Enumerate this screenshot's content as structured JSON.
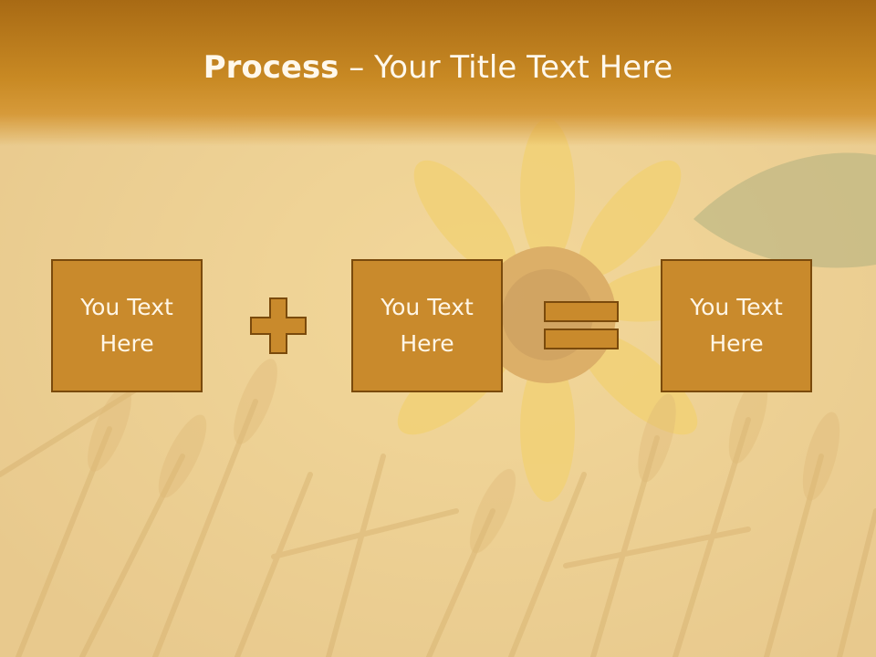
{
  "slide": {
    "title_bold": "Process",
    "title_rest": " – Your Title Text Here",
    "boxes": [
      {
        "label": "You Text Here"
      },
      {
        "label": "You Text Here"
      },
      {
        "label": "You Text Here"
      }
    ],
    "operators": [
      "plus-icon",
      "equals-icon"
    ],
    "colors": {
      "band": "#c98a24",
      "box_fill": "#c98a2c",
      "box_border": "#7a4a0c",
      "title_text": "#fff8ec"
    }
  }
}
